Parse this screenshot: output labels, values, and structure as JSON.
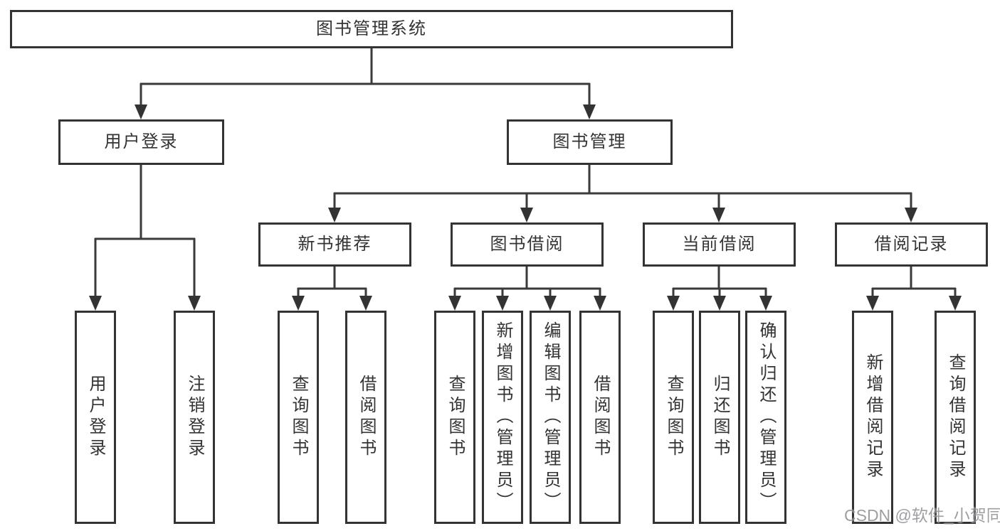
{
  "colors": {
    "background": "#ffffff",
    "box_border": "#333333",
    "box_fill": "#ffffff",
    "line": "#3a3a3a",
    "text": "#333333",
    "watermark": "#8e8e93"
  },
  "watermark": {
    "text": "CSDN @软件_小贺同学"
  },
  "diagram": {
    "type": "tree",
    "root": {
      "label": "图书管理系统"
    },
    "branches": [
      {
        "label": "用户登录",
        "children": [
          {
            "label": "用户登录"
          },
          {
            "label": "注销登录"
          }
        ]
      },
      {
        "label": "图书管理",
        "children": [
          {
            "label": "新书推荐",
            "children": [
              {
                "label": "查询图书"
              },
              {
                "label": "借阅图书"
              }
            ]
          },
          {
            "label": "图书借阅",
            "children": [
              {
                "label": "查询图书"
              },
              {
                "label": "新增图书（管理员）"
              },
              {
                "label": "编辑图书（管理员）"
              },
              {
                "label": "借阅图书"
              }
            ]
          },
          {
            "label": "当前借阅",
            "children": [
              {
                "label": "查询图书"
              },
              {
                "label": "归还图书"
              },
              {
                "label": "确认归还（管理员）"
              }
            ]
          },
          {
            "label": "借阅记录",
            "children": [
              {
                "label": "新增借阅记录"
              },
              {
                "label": "查询借阅记录"
              }
            ]
          }
        ]
      }
    ]
  }
}
